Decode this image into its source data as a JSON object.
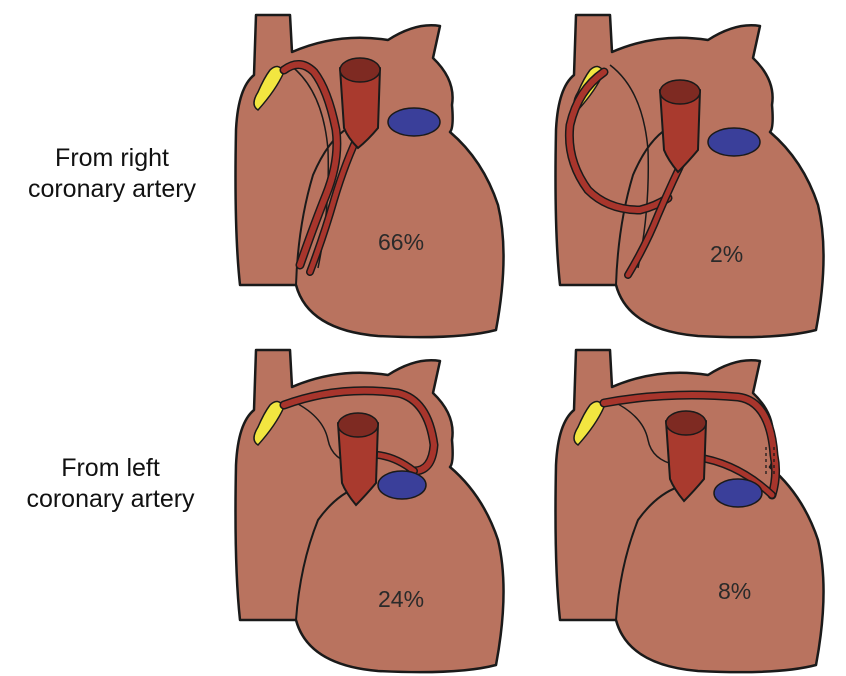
{
  "labels": {
    "from_right": [
      "From right",
      "coronary artery"
    ],
    "from_left": [
      "From left",
      "coronary artery"
    ]
  },
  "panels": [
    {
      "origin": "right coronary artery",
      "percent": "66%"
    },
    {
      "origin": "right coronary artery",
      "percent": "2%"
    },
    {
      "origin": "left coronary artery",
      "percent": "24%"
    },
    {
      "origin": "left coronary artery",
      "percent": "8%"
    }
  ],
  "colors": {
    "heart": "#b9735f",
    "outline": "#1a1a1a",
    "artery": "#a8352c",
    "aorta": "#a93a2e",
    "aorta_top": "#7e2a22",
    "pulmonary_valve": "#3a3f9a",
    "node": "#f2e640",
    "background": "#ffffff"
  }
}
